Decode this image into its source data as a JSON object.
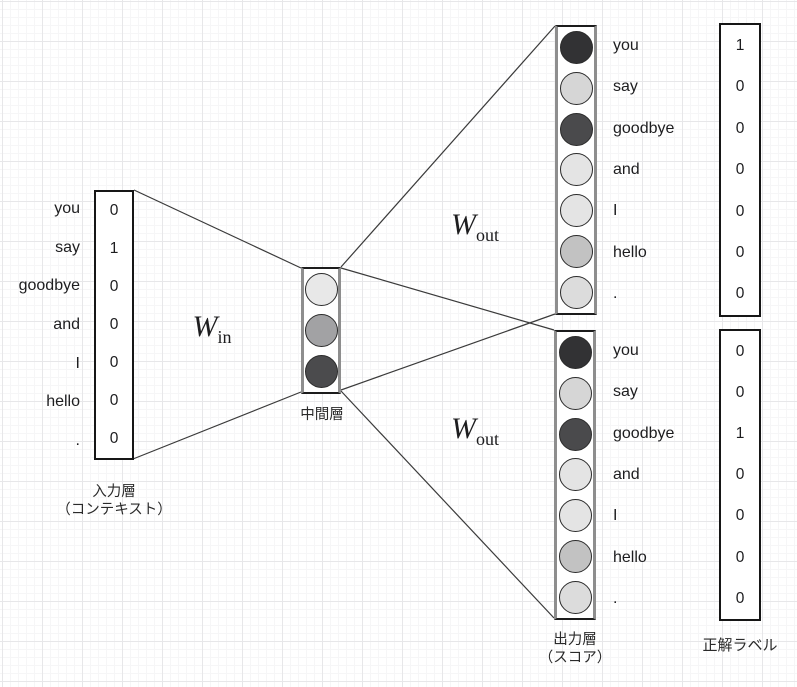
{
  "input_layer": {
    "rows": [
      {
        "word": "you",
        "value": "0"
      },
      {
        "word": "say",
        "value": "1"
      },
      {
        "word": "goodbye",
        "value": "0"
      },
      {
        "word": "and",
        "value": "0"
      },
      {
        "word": "I",
        "value": "0"
      },
      {
        "word": "hello",
        "value": "0"
      },
      {
        "word": ".",
        "value": "0"
      }
    ],
    "label_line1": "入力層",
    "label_line2": "（コンテキスト）"
  },
  "hidden_layer": {
    "label": "中間層",
    "shades": [
      "#e8e8e8",
      "#a2a2a4",
      "#4b4b4d"
    ]
  },
  "weights": {
    "w_in": {
      "base": "W",
      "sub": "in"
    },
    "w_out": {
      "base": "W",
      "sub": "out"
    }
  },
  "output_layers": [
    {
      "rows": [
        {
          "word": "you",
          "shade": "#323234"
        },
        {
          "word": "say",
          "shade": "#d6d6d6"
        },
        {
          "word": "goodbye",
          "shade": "#4a4a4c"
        },
        {
          "word": "and",
          "shade": "#e4e4e4"
        },
        {
          "word": "I",
          "shade": "#e4e4e4"
        },
        {
          "word": "hello",
          "shade": "#c2c2c2"
        },
        {
          "word": ".",
          "shade": "#dcdcdc"
        }
      ]
    },
    {
      "rows": [
        {
          "word": "you",
          "shade": "#323234"
        },
        {
          "word": "say",
          "shade": "#d6d6d6"
        },
        {
          "word": "goodbye",
          "shade": "#4a4a4c"
        },
        {
          "word": "and",
          "shade": "#e4e4e4"
        },
        {
          "word": "I",
          "shade": "#e4e4e4"
        },
        {
          "word": "hello",
          "shade": "#c2c2c2"
        },
        {
          "word": ".",
          "shade": "#dcdcdc"
        }
      ]
    }
  ],
  "output_label_line1": "出力層",
  "output_label_line2": "（スコア）",
  "answer_labels": {
    "label": "正解ラベル",
    "columns": [
      [
        "1",
        "0",
        "0",
        "0",
        "0",
        "0",
        "0"
      ],
      [
        "0",
        "0",
        "1",
        "0",
        "0",
        "0",
        "0"
      ]
    ]
  },
  "colors": {
    "connection_line": "#3a3a3a",
    "box_border": "#1c1c1c",
    "layer_box_side": "#8e8e8e",
    "grid_major": "#e7e7e9",
    "grid_minor": "#f6f6f7"
  }
}
